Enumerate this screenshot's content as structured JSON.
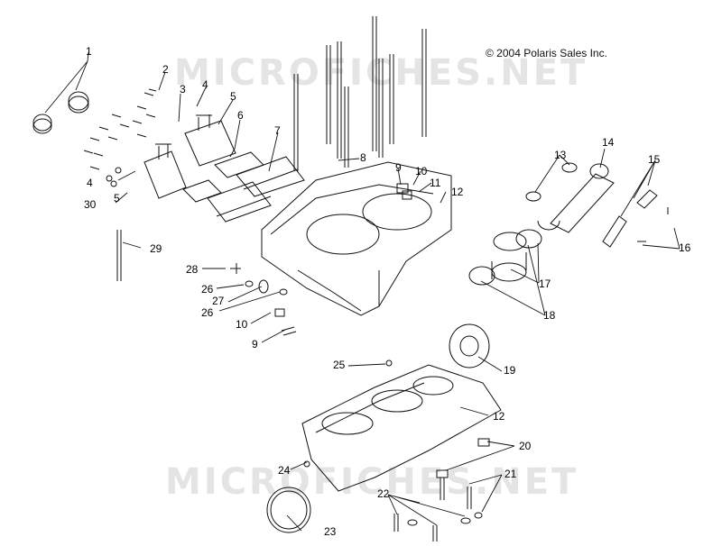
{
  "copyright": "© 2004 Polaris Sales Inc.",
  "watermark": "MICROFICHES.NET",
  "callouts": [
    "1",
    "2",
    "3",
    "4",
    "5",
    "6",
    "7",
    "8",
    "9",
    "10",
    "11",
    "12",
    "13",
    "14",
    "15",
    "16",
    "17",
    "18",
    "19",
    "20",
    "21",
    "22",
    "23",
    "24",
    "25",
    "26",
    "26",
    "27",
    "28",
    "29",
    "30",
    "4",
    "5",
    "10",
    "9",
    "12"
  ]
}
